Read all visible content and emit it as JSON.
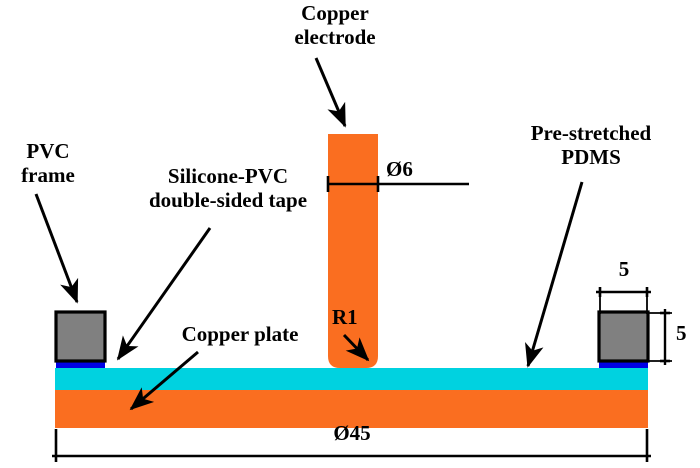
{
  "figure": {
    "title": "Cross-sectional schematic of a copper-electrode / pre-stretched PDMS device",
    "type": "engineering-cross-section-diagram",
    "units": "mm"
  },
  "labels": {
    "copper_electrode": "Copper\nelectrode",
    "copper_electrode_line1": "Copper",
    "copper_electrode_line2": "electrode",
    "pvc_frame_line1": "PVC",
    "pvc_frame_line2": "frame",
    "tape_line1": "Silicone-PVC",
    "tape_line2": "double-sided tape",
    "copper_plate": "Copper plate",
    "pdms_line1": "Pre-stretched",
    "pdms_line2": "PDMS"
  },
  "dimensions": {
    "electrode_diameter": "Ø6",
    "corner_radius": "R1",
    "frame_width": "5",
    "frame_height": "5",
    "plate_diameter": "Ø45"
  },
  "colors": {
    "copper": "#FA6E20",
    "pdms": "#00D2E0",
    "tape": "#0000E6",
    "pvc_frame": "#808080",
    "outline": "#000000",
    "background": "#FFFFFF"
  },
  "parts": [
    {
      "name": "copper-electrode-post",
      "color": "#FA6E20",
      "dimension": "Ø6",
      "radius": "R1"
    },
    {
      "name": "pvc-frame-left",
      "color": "#808080",
      "width": "5",
      "height": "5"
    },
    {
      "name": "pvc-frame-right",
      "color": "#808080",
      "width": "5",
      "height": "5"
    },
    {
      "name": "silicone-pvc-double-sided-tape",
      "color": "#0000E6"
    },
    {
      "name": "pre-stretched-pdms-layer",
      "color": "#00D2E0"
    },
    {
      "name": "copper-plate",
      "color": "#FA6E20",
      "dimension": "Ø45"
    }
  ]
}
